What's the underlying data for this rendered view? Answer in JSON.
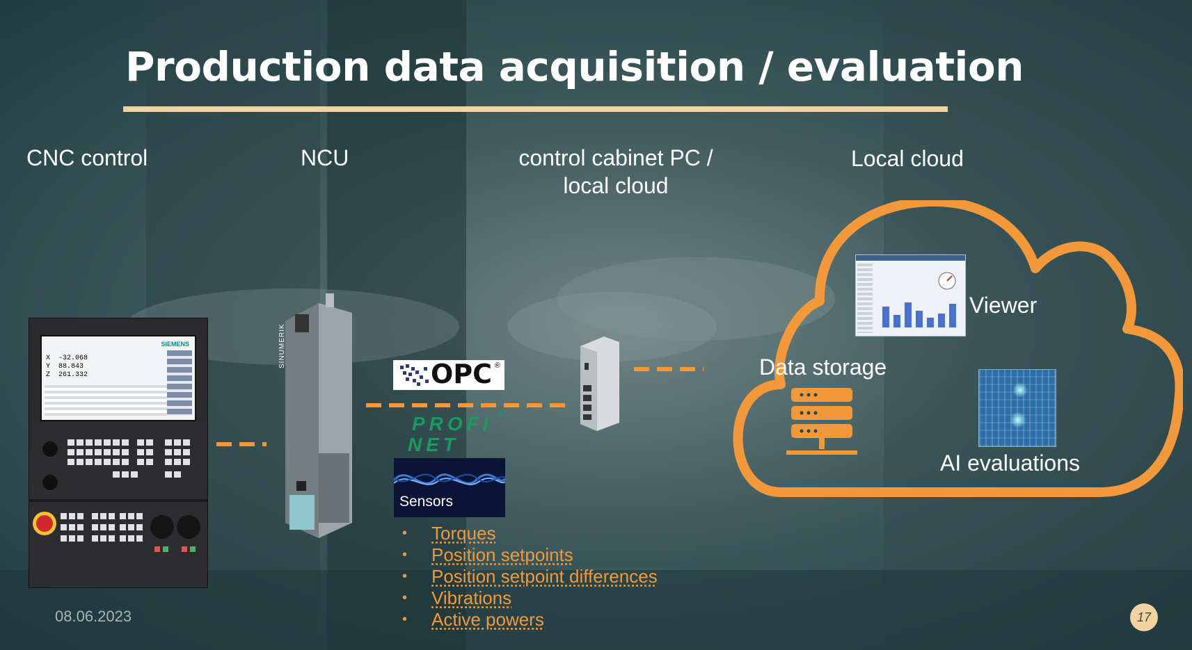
{
  "slide": {
    "title": "Production data acquisition / evaluation",
    "columns": {
      "cnc": "CNC control",
      "ncu": "NCU",
      "pc_line1": "control cabinet PC /",
      "pc_line2": "local cloud",
      "cloud": "Local cloud"
    },
    "cnc_screen": {
      "brand": "SIEMENS",
      "axes": [
        {
          "axis": "X",
          "value": "-32.068"
        },
        {
          "axis": "Y",
          "value": "88.843"
        },
        {
          "axis": "Z",
          "value": "261.332"
        }
      ]
    },
    "ncu_label": "SINUMERIK",
    "protocols": {
      "opc": "OPC",
      "profinet_line1": "PROFI",
      "profinet_line2": "NET",
      "registered": "®"
    },
    "sensors_label": "Sensors",
    "measurements": [
      "Torques",
      "Position setpoints",
      "Position setpoint differences",
      "Vibrations",
      "Active powers"
    ],
    "cloud_items": {
      "viewer": "Viewer",
      "storage": "Data storage",
      "ai": "AI evaluations"
    },
    "footer": {
      "date": "08.06.2023",
      "page": "17"
    }
  },
  "colors": {
    "accent": "#f3993b",
    "title_rule": "#f1d3a2",
    "background": "#3e5a5d",
    "text": "#ffffff"
  },
  "icons": [
    "server-stack-icon",
    "bullet-icon"
  ]
}
